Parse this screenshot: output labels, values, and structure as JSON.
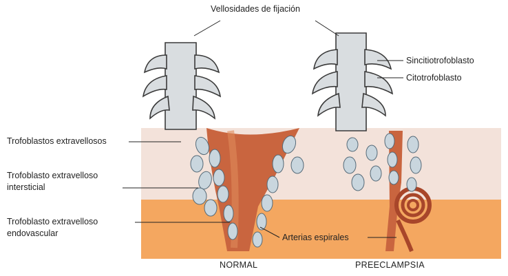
{
  "labels": {
    "anchoring_villi": "Vellosidades de fijación",
    "syncytiotrophoblast": "Sincitiotrofoblasto",
    "cytotrophoblast": "Citotrofoblasto",
    "extravillous": "Trofoblastos extravellosos",
    "interstitial_line1": "Trofoblasto extravelloso",
    "interstitial_line2": "intersticial",
    "endovascular_line1": "Trofoblasto extravelloso",
    "endovascular_line2": "endovascular",
    "spiral_arteries": "Arterias espirales"
  },
  "captions": {
    "normal": "NORMAL",
    "preeclampsia": "PREECLAMPSIA"
  },
  "colors": {
    "decidua": "#f3e2da",
    "myometrium": "#f4a760",
    "artery": "#c9653f",
    "artery_dark": "#a8462a",
    "trophoblast": "#c9d6de",
    "villus": "#d9dde0",
    "villus_edge": "#3a3a3a"
  }
}
